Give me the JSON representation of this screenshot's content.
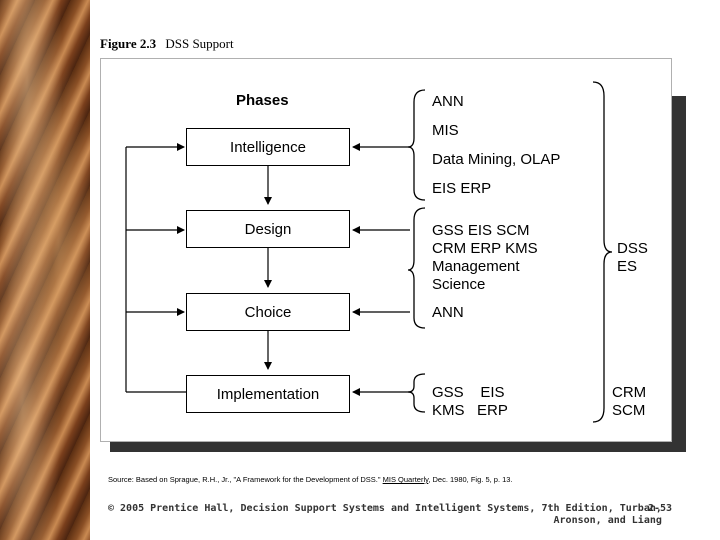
{
  "figure": {
    "number": "Figure 2.3",
    "title": "DSS Support"
  },
  "phases_title": "Phases",
  "phases": [
    "Intelligence",
    "Design",
    "Choice",
    "Implementation"
  ],
  "support_groups": [
    {
      "lines": [
        "ANN",
        "MIS",
        "Data Mining, OLAP",
        "EIS  ERP"
      ]
    },
    {
      "lines": [
        "GSS  EIS  SCM",
        "CRM  ERP  KMS",
        "Management",
        "Science",
        "ANN"
      ]
    },
    {
      "lines": [
        "GSS    EIS",
        "KMS   ERP"
      ]
    }
  ],
  "overall_support": [
    "DSS",
    "ES"
  ],
  "implementation_support": [
    "CRM",
    "SCM"
  ],
  "source": {
    "prefix": "Source: Based on Sprague, R.H., Jr., \"A Framework for the Development of DSS.\"",
    "journal": "MIS Quarterly",
    "suffix": ", Dec. 1980, Fig. 5, p. 13."
  },
  "footer": {
    "line1": "© 2005  Prentice Hall, Decision Support Systems and Intelligent Systems, 7th Edition, Turban,",
    "line2": "Aronson, and Liang",
    "page": "2-53"
  }
}
